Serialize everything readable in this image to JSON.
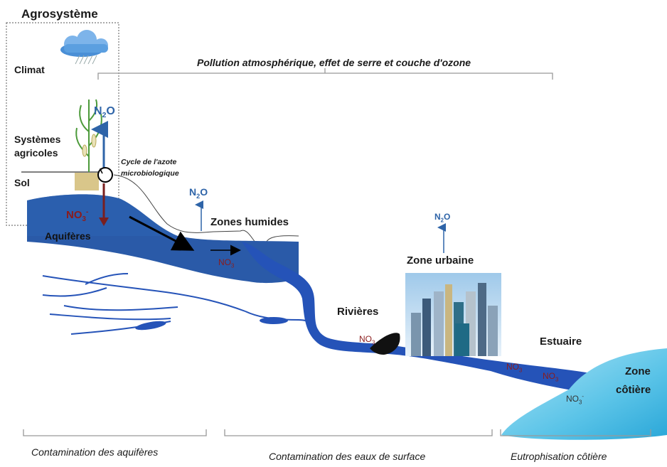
{
  "title": "Agrosystème",
  "labels": {
    "climat": "Climat",
    "systemes_line1": "Systèmes",
    "systemes_line2": "agricoles",
    "sol": "Sol",
    "aquiferes": "Aquifères",
    "cycle_line1": "Cycle de l'azote",
    "cycle_line2": "microbiologique",
    "pollution": "Pollution atmosphérique,  effet de serre et couche d'ozone",
    "zones_humides": "Zones humides",
    "zone_urbaine": "Zone urbaine",
    "rivieres": "Rivières",
    "estuaire": "Estuaire",
    "zone_cotiere_line1": "Zone",
    "zone_cotiere_line2": "côtière"
  },
  "chem": {
    "n2o_base": "N",
    "n2o_sub": "2",
    "n2o_end": "O",
    "no3_base": "NO",
    "no3_sub": "3",
    "no3_sup": "-"
  },
  "captions": {
    "aquiferes": "Contamination des aquifères",
    "surface": "Contamination des eaux de surface",
    "cotiere": "Eutrophisation côtière"
  },
  "colors": {
    "water": "#2a5aa8",
    "water_dark": "#1e3f86",
    "river": "#2553b8",
    "coastal": "#5bc4e8",
    "no3_red": "#8b1c1c",
    "n2o_blue": "#2e64a8",
    "arrow_brown": "#7a1f1f"
  },
  "icons": [
    "rain-cloud-icon",
    "corn-plant-icon",
    "city-skyline-icon",
    "cycle-icon"
  ]
}
